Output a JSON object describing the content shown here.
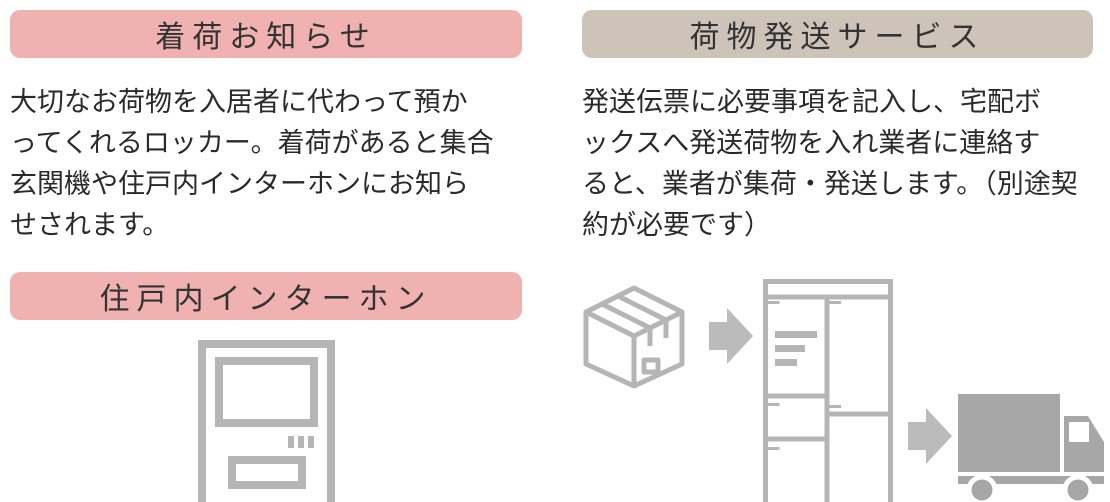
{
  "arrival_notice": {
    "title": "着荷お知らせ",
    "lines": [
      "大切なお荷物を入居者に代わって預か",
      "ってくれるロッカー。着荷があると集合",
      "玄関機や住戸内インターホンにお知ら",
      "せされます。"
    ]
  },
  "shipping_service": {
    "title": "荷物発送サービス",
    "lines": [
      "発送伝票に必要事項を記入し、宅配ボ",
      "ックスへ発送荷物を入れ業者に連絡す",
      "ると、業者が集荷・発送します。（別途契",
      "約が必要です）"
    ]
  },
  "intercom": {
    "title": "住戸内インターホン"
  },
  "colors": {
    "pink_header": "#f0b2b0",
    "beige_header": "#cdc3b9",
    "icon_gray": "#b5b5b5",
    "truck_gray": "#a7a7a7"
  },
  "icons": [
    "intercom-device-icon",
    "package-box-icon",
    "arrow-right-icon",
    "delivery-locker-icon",
    "delivery-truck-icon"
  ]
}
